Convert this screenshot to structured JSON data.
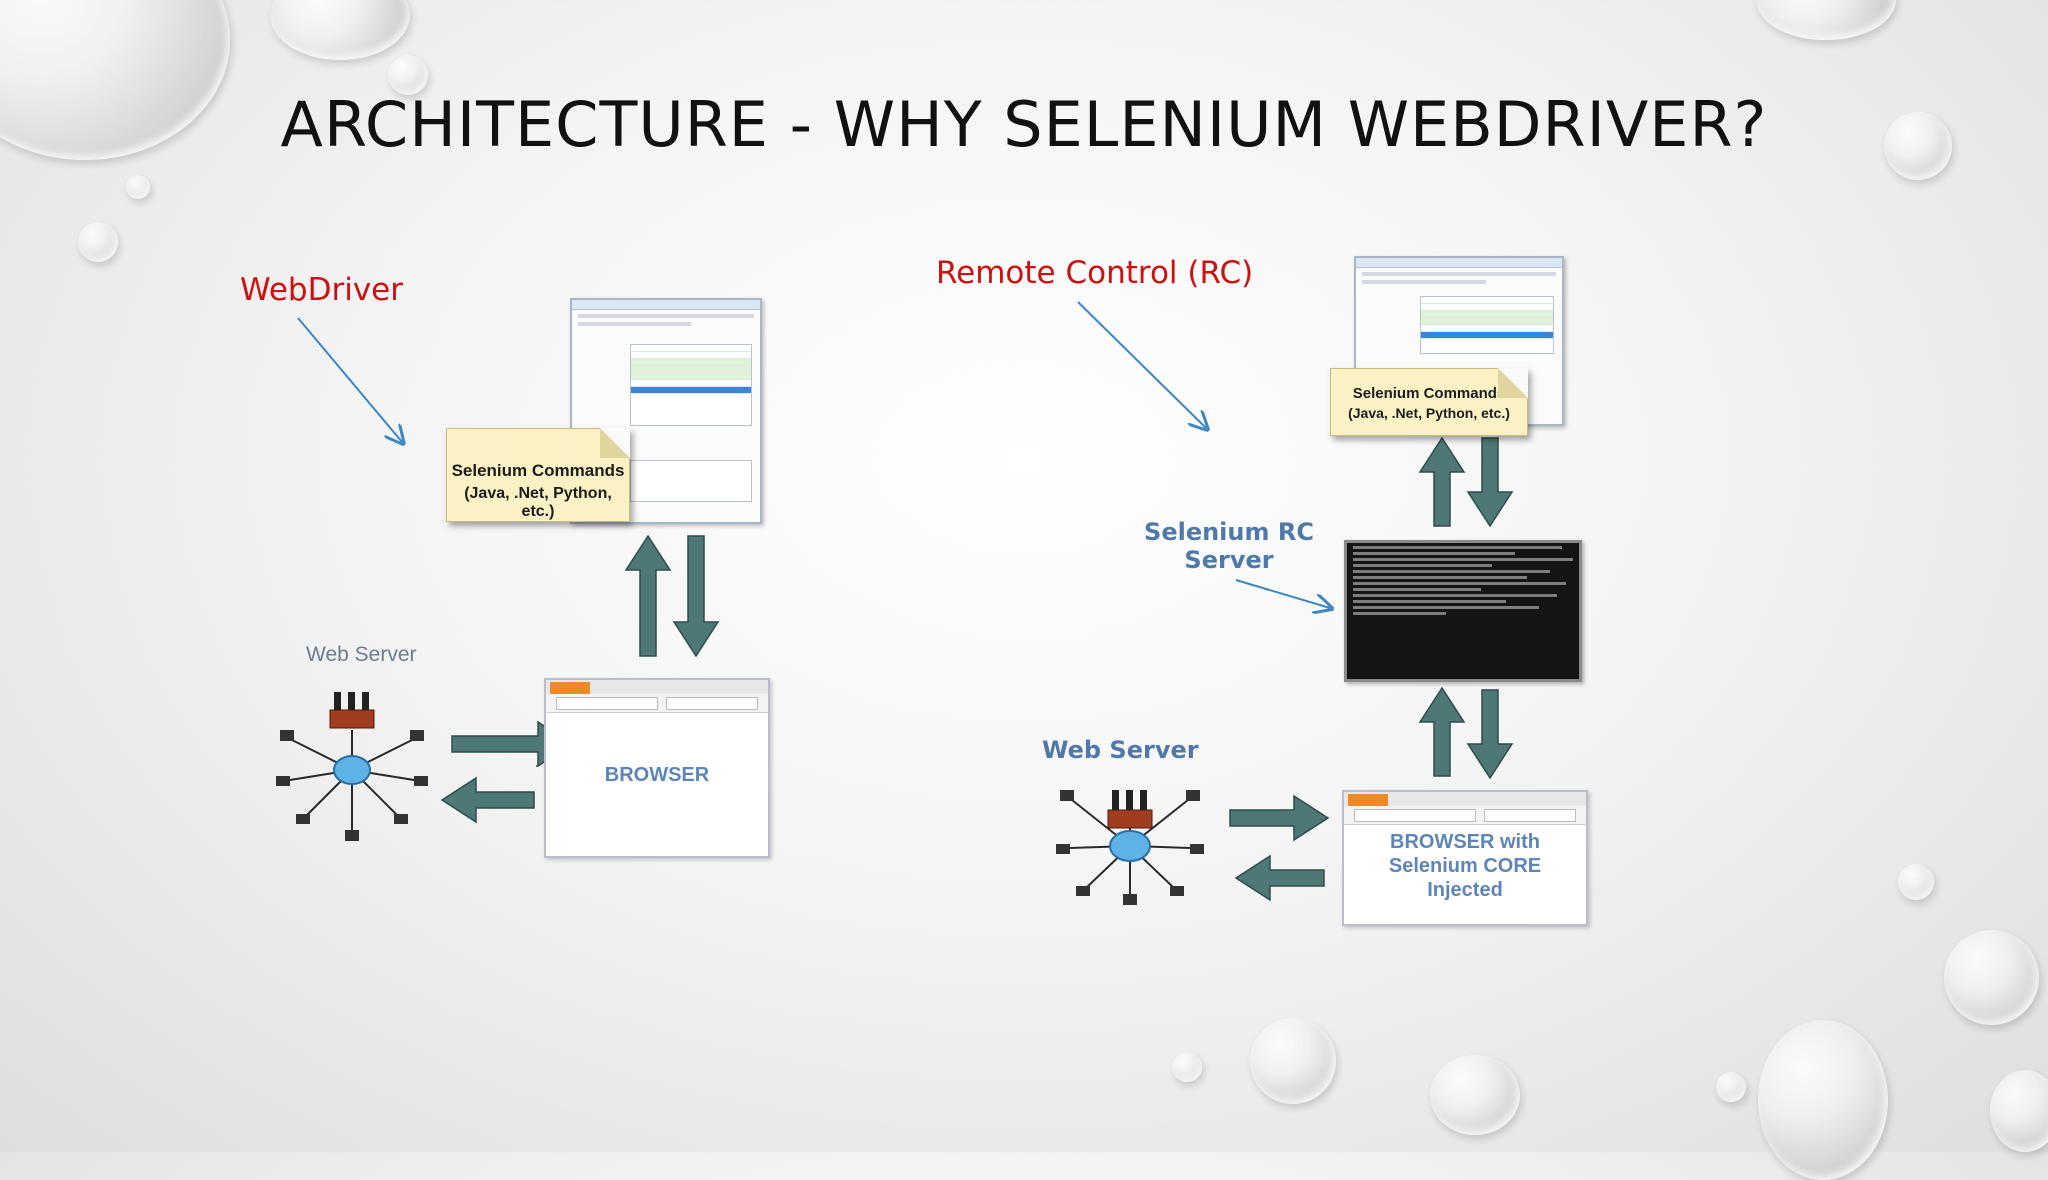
{
  "slide": {
    "title": "ARCHITECTURE - WHY SELENIUM WEBDRIVER?"
  },
  "webdriver": {
    "label": "WebDriver",
    "note_line1": "Selenium Commands",
    "note_line2": "(Java, .Net, Python, etc.)",
    "web_server_label": "Web Server",
    "browser_label": "BROWSER"
  },
  "rc": {
    "label": "Remote Control (RC)",
    "note_line1": "Selenium Commands",
    "note_line2": "(Java, .Net, Python, etc.)",
    "server_label_line1": "Selenium RC",
    "server_label_line2": "Server",
    "web_server_label": "Web Server",
    "browser_line1": "BROWSER with",
    "browser_line2": "Selenium CORE",
    "browser_line3": "Injected"
  },
  "colors": {
    "accent_red": "#cc1111",
    "label_blue": "#4f79a9",
    "arrow_teal": "#4e7876"
  }
}
